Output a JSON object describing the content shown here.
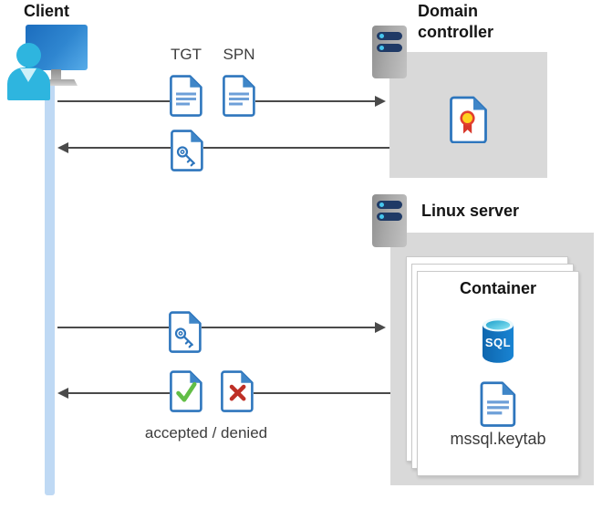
{
  "client": {
    "label": "Client"
  },
  "domain_controller": {
    "title": "Domain controller"
  },
  "linux_server": {
    "title": "Linux server"
  },
  "container": {
    "title": "Container",
    "sql_label": "SQL",
    "keytab_label": "mssql.keytab"
  },
  "messages": {
    "tgt_label": "TGT",
    "spn_label": "SPN",
    "accepted_denied_label": "accepted / denied"
  },
  "colors": {
    "accent_blue": "#2E76BD",
    "doc_line_blue": "#6D9FD8",
    "box_gray": "#D9D9D9",
    "arrow_gray": "#4A4A4A",
    "lifeline_blue": "#BFD9F4",
    "check_green": "#62BE46",
    "deny_red": "#BE2F26",
    "sql_blue": "#1272BE",
    "cert_yellow": "#FFD21E",
    "cert_ribbon_red": "#D8372B",
    "server_bar_navy": "#1F3A66",
    "server_dot_cyan": "#46C6EE",
    "monitor_blue": "#2F86D0",
    "person_cyan": "#2EB5DF"
  }
}
